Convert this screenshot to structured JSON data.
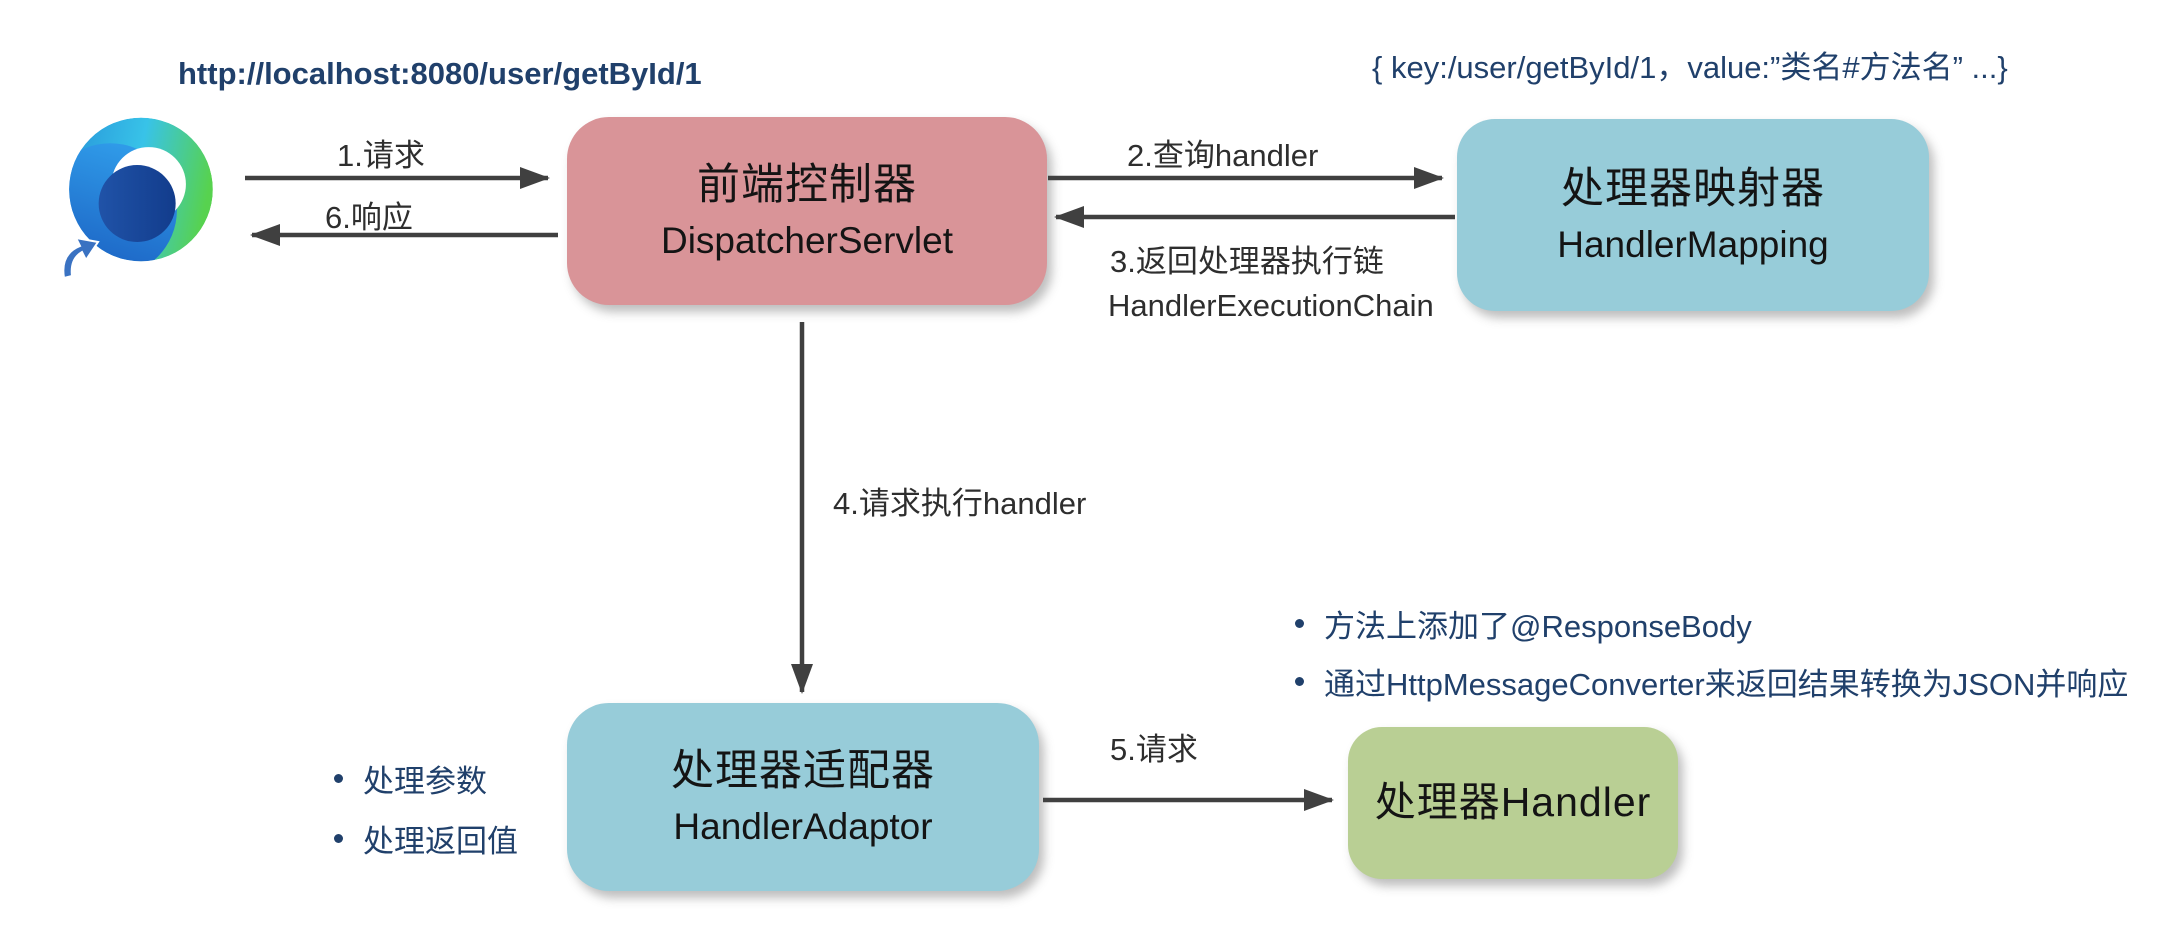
{
  "annotations": {
    "request_url": "http://localhost:8080/user/getById/1",
    "handler_mapping_entry": "{ key:/user/getById/1，value:”类名#方法名” ...}"
  },
  "nodes": {
    "browser": {
      "icon": "microsoft-edge-logo"
    },
    "dispatcher": {
      "title": "前端控制器",
      "subtitle": "DispatcherServlet"
    },
    "handler_mapping": {
      "title": "处理器映射器",
      "subtitle": "HandlerMapping"
    },
    "handler_adaptor": {
      "title": "处理器适配器",
      "subtitle": "HandlerAdaptor"
    },
    "handler": {
      "title": "处理器Handler"
    }
  },
  "edges": {
    "e1": {
      "label": "1.请求"
    },
    "e2": {
      "label": "2.查询handler"
    },
    "e3": {
      "label": "3.返回处理器执行链",
      "sublabel": "HandlerExecutionChain"
    },
    "e4": {
      "label": "4.请求执行handler"
    },
    "e5": {
      "label": "5.请求"
    },
    "e6": {
      "label": "6.响应"
    }
  },
  "notes": {
    "adaptor": [
      "处理参数",
      "处理返回值"
    ],
    "handler": [
      "方法上添加了@ResponseBody",
      "通过HttpMessageConverter来返回结果转换为JSON并响应"
    ]
  },
  "colors": {
    "dispatcher_fill": "#d99498",
    "mapping_fill": "#97ccd9",
    "adaptor_fill": "#97ccd9",
    "handler_fill": "#b9cf94",
    "note_text": "#20406b",
    "label_text": "#2e2e2e",
    "arrow": "#404040"
  }
}
